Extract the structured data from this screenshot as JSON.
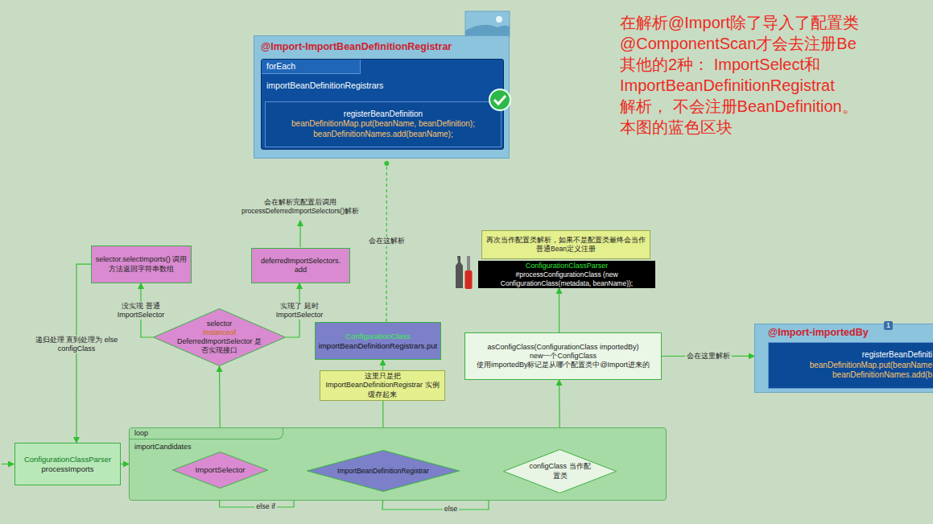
{
  "diagram": {
    "nodes": [
      {
        "text": [
          "@Import-ImportBeanDefinitionRegistrar"
        ]
      },
      {
        "text": [
          "forEach",
          "importBeanDefinitionRegistrars"
        ],
        "in": 0
      },
      {
        "text": [
          "registerBeanDefinition",
          "beanDefinitionMap.put(beanName, beanDefinition);",
          "beanDefinitionNames.add(beanName);"
        ],
        "in": 1
      },
      {
        "text": [
          "selector.selectImports() 调用方法返回字符串数组"
        ]
      },
      {
        "text": [
          "deferredImportSelectors. add"
        ]
      },
      {
        "text": [
          "selector",
          "instanceof",
          "DeferredImportSelector 是否实现接口"
        ]
      },
      {
        "text": [
          "ConfigurationClass",
          "importBeanDefinitionRegistrars.put"
        ]
      },
      {
        "text": [
          "这里只是把 ImportBeanDefinitionRegistrar 实例缓存起来"
        ]
      },
      {
        "text": [
          "再次当作配置类解析，如果不是配置类最终会当作普通Bean定义注册"
        ]
      },
      {
        "text": [
          "ConfigurationClassParser",
          "#processConfigurationClass (new ConfigurationClass(metadata, beanName));"
        ]
      },
      {
        "text": [
          "asConfigClass(ConfigurationClass importedBy)",
          "new一个ConfigClass",
          "使用importedBy标记是从哪个配置类中@Import进来的"
        ]
      },
      {
        "text": [
          "@Import-importedBy",
          "1"
        ]
      },
      {
        "text": [
          "registerBeanDefiniti",
          "beanDefinitionMap.put(beanName",
          "beanDefinitionNames.add(b"
        ],
        "in": 11
      },
      {
        "text": [
          "ConfigurationClassParser",
          "processImports"
        ]
      },
      {
        "text": [
          "loop",
          "importCandidates"
        ]
      },
      {
        "text": [
          "ImportSelector"
        ],
        "in": 14
      },
      {
        "text": [
          "ImportBeanDefinitionRegistrar"
        ],
        "in": 14
      },
      {
        "text": [
          "configClass 当作配置类"
        ],
        "in": 14
      }
    ],
    "edges": [
      {
        "from": 6,
        "to": 0,
        "arrow": "none",
        "label": "会在这解析"
      },
      {
        "from": 5,
        "to": 3,
        "arrow": "to",
        "label": "没实现 普通ImportSelector"
      },
      {
        "from": 5,
        "to": 4,
        "arrow": "to",
        "label": "实现了 延时ImportSelector"
      },
      {
        "from": 3,
        "to": 13,
        "arrow": "to",
        "label": "递归处理 直到处理为 else configClass"
      },
      {
        "from": 15,
        "to": 5,
        "arrow": "to"
      },
      {
        "from": 16,
        "to": 6,
        "arrow": "to"
      },
      {
        "from": 15,
        "to": 16,
        "arrow": "to",
        "label": "else if"
      },
      {
        "from": 16,
        "to": 17,
        "arrow": "to",
        "label": "else"
      },
      {
        "from": 17,
        "to": 10,
        "arrow": "to"
      },
      {
        "from": 10,
        "to": 9,
        "arrow": "to"
      },
      {
        "from": 10,
        "to": 11,
        "arrow": "to",
        "label": "会在这里解析"
      },
      {
        "from": 13,
        "to": 14,
        "arrow": "to"
      }
    ],
    "labels": [
      "会在解析完配置后调用 processDeferredImportSelectors()解析",
      "在解析@Import除了导入了配置类",
      "@ComponentScan才会去注册Be",
      "其他的2种： ImportSelect和",
      "ImportBeanDefinitionRegistrat",
      "解析， 不会注册BeanDefinition。",
      "本图的蓝色区块"
    ]
  }
}
